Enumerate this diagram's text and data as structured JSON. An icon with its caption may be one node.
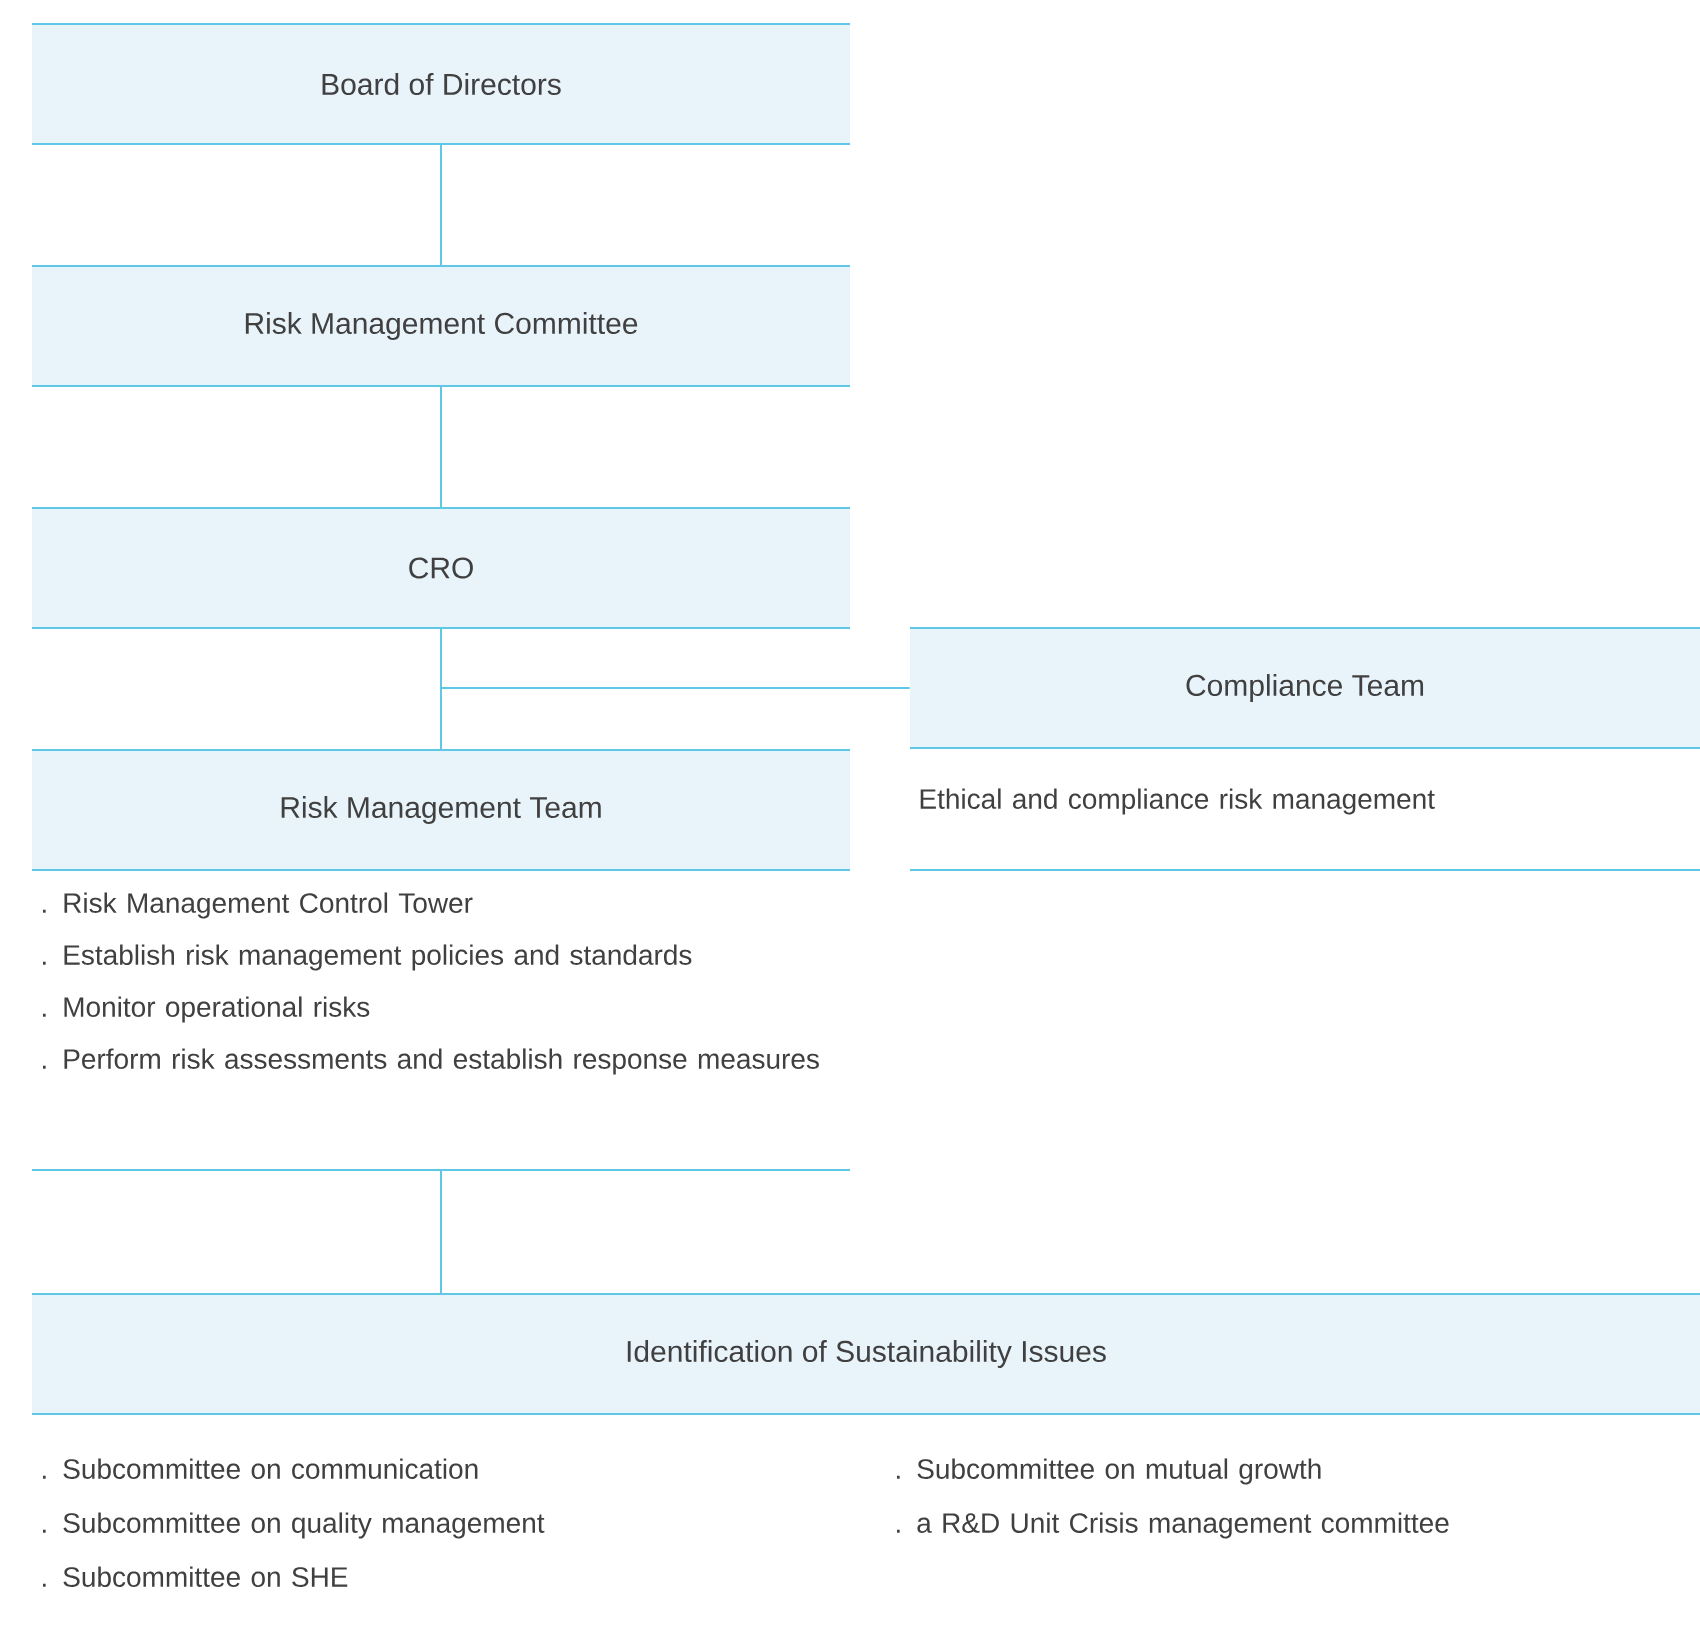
{
  "diagram": {
    "nodes": [
      {
        "text": [
          "Board of Directors"
        ]
      },
      {
        "text": [
          "Risk Management Committee"
        ]
      },
      {
        "text": [
          "CRO"
        ]
      },
      {
        "text": [
          "Compliance Team",
          "Ethical and compliance risk management"
        ]
      },
      {
        "text": [
          "Risk Management Team",
          ". Risk Management Control Tower",
          ". Establish risk management policies and standards",
          ". Monitor operational risks",
          ". Perform risk assessments and establish response measures"
        ]
      },
      {
        "text": [
          "Identification of Sustainability Issues",
          ". Subcommittee on communication",
          ". Subcommittee on quality management",
          ". Subcommittee on SHE",
          ". Subcommittee on mutual growth",
          ". a R&D Unit Crisis management committee"
        ]
      }
    ],
    "edges": [
      {
        "from": 0,
        "to": 1,
        "arrow": "none"
      },
      {
        "from": 1,
        "to": 2,
        "arrow": "none"
      },
      {
        "from": 2,
        "to": 3,
        "arrow": "none"
      },
      {
        "from": 2,
        "to": 4,
        "arrow": "none"
      },
      {
        "from": 4,
        "to": 5,
        "arrow": "none"
      }
    ]
  }
}
